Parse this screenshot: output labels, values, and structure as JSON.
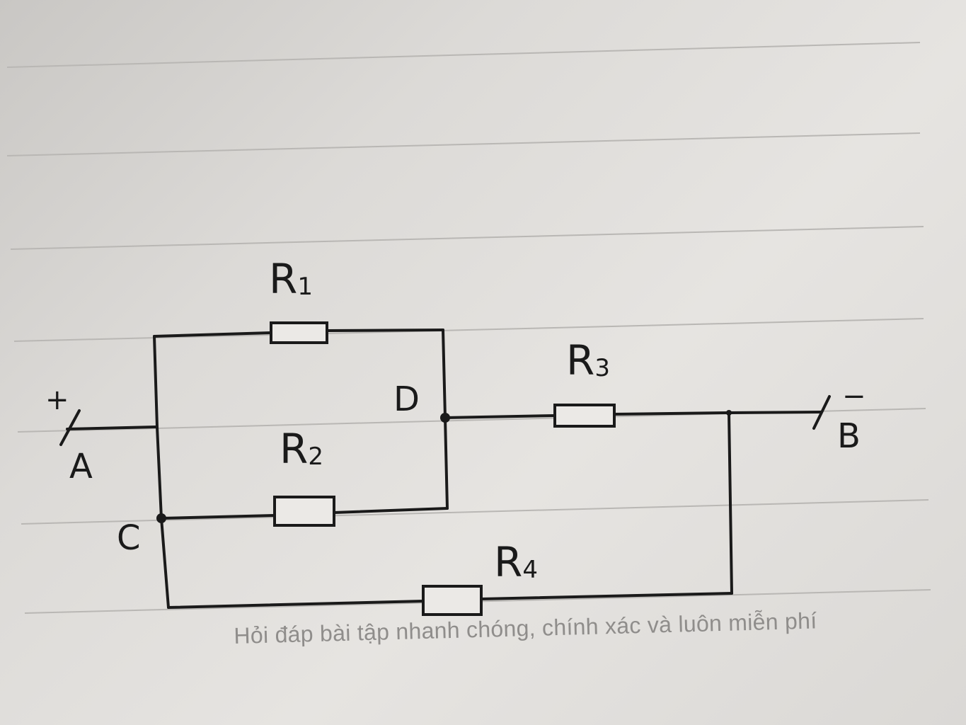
{
  "labels": {
    "r1": "R",
    "r1_sub": "1",
    "r2": "R",
    "r2_sub": "2",
    "r3": "R",
    "r3_sub": "3",
    "r4": "R",
    "r4_sub": "4",
    "node_a": "A",
    "node_b": "B",
    "node_c": "C",
    "node_d": "D",
    "plus": "+",
    "minus": "−"
  },
  "watermark": "Hỏi đáp bài tập nhanh chóng, chính xác và luôn miễn phí"
}
